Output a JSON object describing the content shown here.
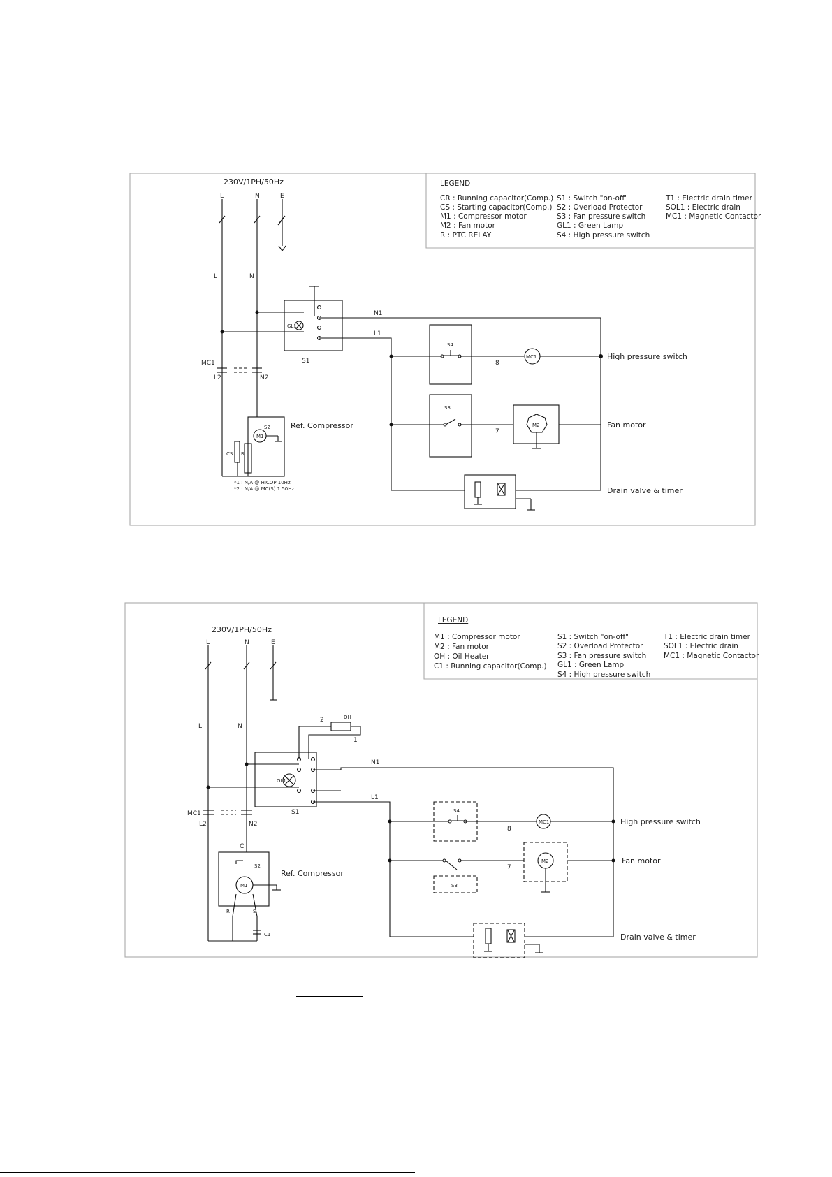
{
  "diagram1": {
    "supply": "230V/1PH/50Hz",
    "legend": {
      "title": "LEGEND",
      "col1": [
        "CR : Running capacitor(Comp.)",
        "CS : Starting capacitor(Comp.)",
        "M1 : Compressor motor",
        "M2 : Fan motor",
        "R : PTC RELAY"
      ],
      "col2": [
        "S1 : Switch \"on-off\"",
        "S2 : Overload Protector",
        "S3 : Fan pressure switch",
        "GL1 : Green Lamp",
        "S4 : High pressure switch"
      ],
      "col3": [
        "T1 : Electric drain timer",
        "SOL1 : Electric drain",
        "MC1 : Magnetic Contactor"
      ]
    },
    "labels": {
      "term_l": "L",
      "term_n": "N",
      "term_e": "E",
      "line_l": "L",
      "line_n": "N",
      "mc1": "MC1",
      "l2": "L2",
      "n2": "N2",
      "s1": "S1",
      "gl1": "GL1",
      "n1": "N1",
      "l1": "L1",
      "s4": "S4",
      "s3": "S3",
      "mc1_coil": "MC1",
      "m2": "M2",
      "wire8": "8",
      "wire7": "7",
      "s2": "S2",
      "m1": "M1",
      "cs": "CS",
      "r": "R"
    },
    "captions": {
      "high_pressure": "High pressure switch",
      "fan_motor": "Fan motor",
      "drain": "Drain valve & timer",
      "compressor": "Ref. Compressor"
    },
    "notes": [
      "*1 : N/A @ HICOP 10Hz",
      "*2 : N/A @ MC(S) 1 50Hz"
    ]
  },
  "diagram2": {
    "supply": "230V/1PH/50Hz",
    "legend": {
      "title": "LEGEND",
      "col1": [
        "M1 : Compressor motor",
        "M2 : Fan motor",
        "OH : Oil Heater",
        "C1 : Running capacitor(Comp.)"
      ],
      "col2": [
        "S1 : Switch \"on-off\"",
        "S2 : Overload Protector",
        "S3 : Fan pressure switch",
        "GL1 : Green Lamp",
        "S4 : High pressure switch"
      ],
      "col3": [
        "T1 : Electric drain timer",
        "SOL1 : Electric drain",
        "MC1 : Magnetic Contactor"
      ]
    },
    "labels": {
      "term_l": "L",
      "term_n": "N",
      "term_e": "E",
      "line_l": "L",
      "line_n": "N",
      "mc1": "MC1",
      "l2": "L2",
      "n2": "N2",
      "s1": "S1",
      "gl1": "GL1",
      "n1": "N1",
      "l1": "L1",
      "oh": "OH",
      "w2": "2",
      "w1": "1",
      "s4": "S4",
      "s3": "S3",
      "mc1_coil": "MC1",
      "m2": "M2",
      "wire8": "8",
      "wire7": "7",
      "s2": "S2",
      "m1": "M1",
      "c": "C",
      "rr": "R",
      "ss": "S",
      "c1": "C1"
    },
    "captions": {
      "high_pressure": "High pressure switch",
      "fan_motor": "Fan motor",
      "drain": "Drain valve & timer",
      "compressor": "Ref. Compressor"
    }
  }
}
